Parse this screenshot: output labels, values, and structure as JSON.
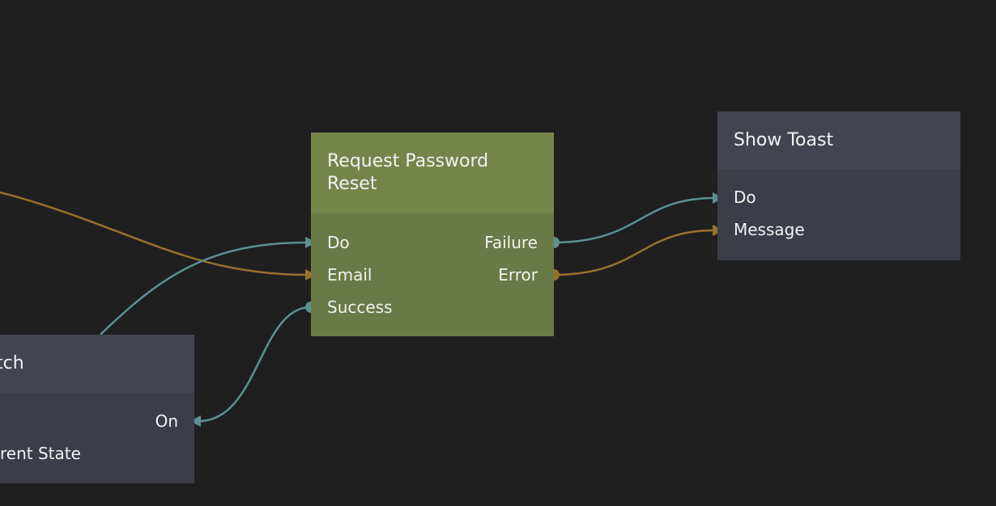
{
  "colors": {
    "canvas": "#1f1f1f",
    "signal_wire": "#5b9093",
    "data_wire": "#96712e",
    "action_node": "#6a7a46",
    "ui_node": "#3b3d48"
  },
  "nodes": {
    "request_password_reset": {
      "title_line1": "Request Password",
      "title_line2": "Reset",
      "inputs": {
        "do": "Do",
        "email": "Email",
        "success": "Success"
      },
      "outputs": {
        "failure": "Failure",
        "error": "Error"
      }
    },
    "show_toast": {
      "title": "Show Toast",
      "inputs": {
        "do": "Do",
        "message": "Message"
      }
    },
    "switch": {
      "title_visible": "tch",
      "ports": {
        "on": "On",
        "current_state": "rent State"
      }
    }
  },
  "icons": {
    "input_marker": "arrow-input-icon",
    "output_marker": "dot-output-icon"
  }
}
